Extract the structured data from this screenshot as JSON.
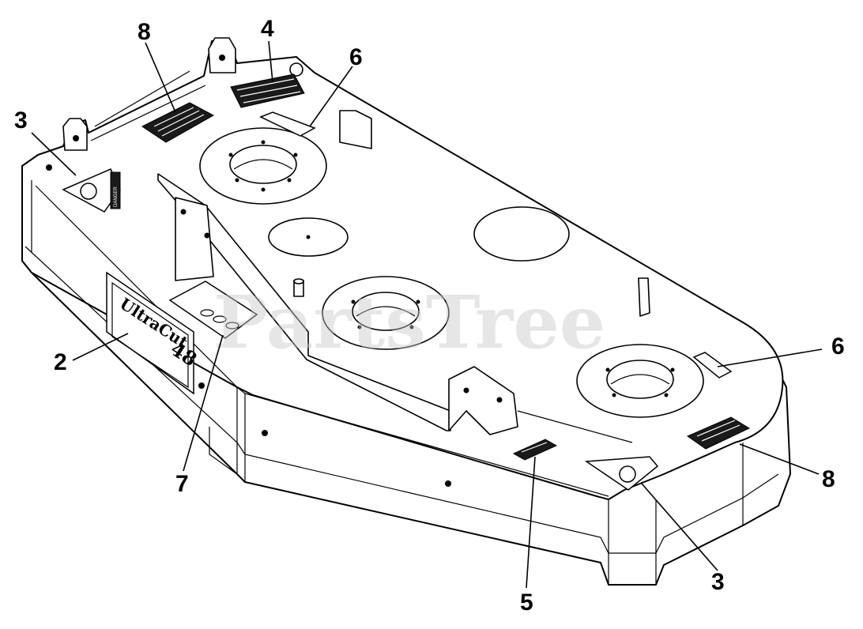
{
  "watermark": "PartsTree",
  "callouts": [
    {
      "id": "c8-top",
      "label": "8"
    },
    {
      "id": "c4",
      "label": "4"
    },
    {
      "id": "c6-top",
      "label": "6"
    },
    {
      "id": "c3-left",
      "label": "3"
    },
    {
      "id": "c2",
      "label": "2"
    },
    {
      "id": "c7",
      "label": "7"
    },
    {
      "id": "c6-right",
      "label": "6"
    },
    {
      "id": "c8-right",
      "label": "8"
    },
    {
      "id": "c3-bottom",
      "label": "3"
    },
    {
      "id": "c5",
      "label": "5"
    }
  ],
  "decals": {
    "model_badge_text": "UltraCut",
    "model_number": "48",
    "danger_label": "DANGER"
  }
}
